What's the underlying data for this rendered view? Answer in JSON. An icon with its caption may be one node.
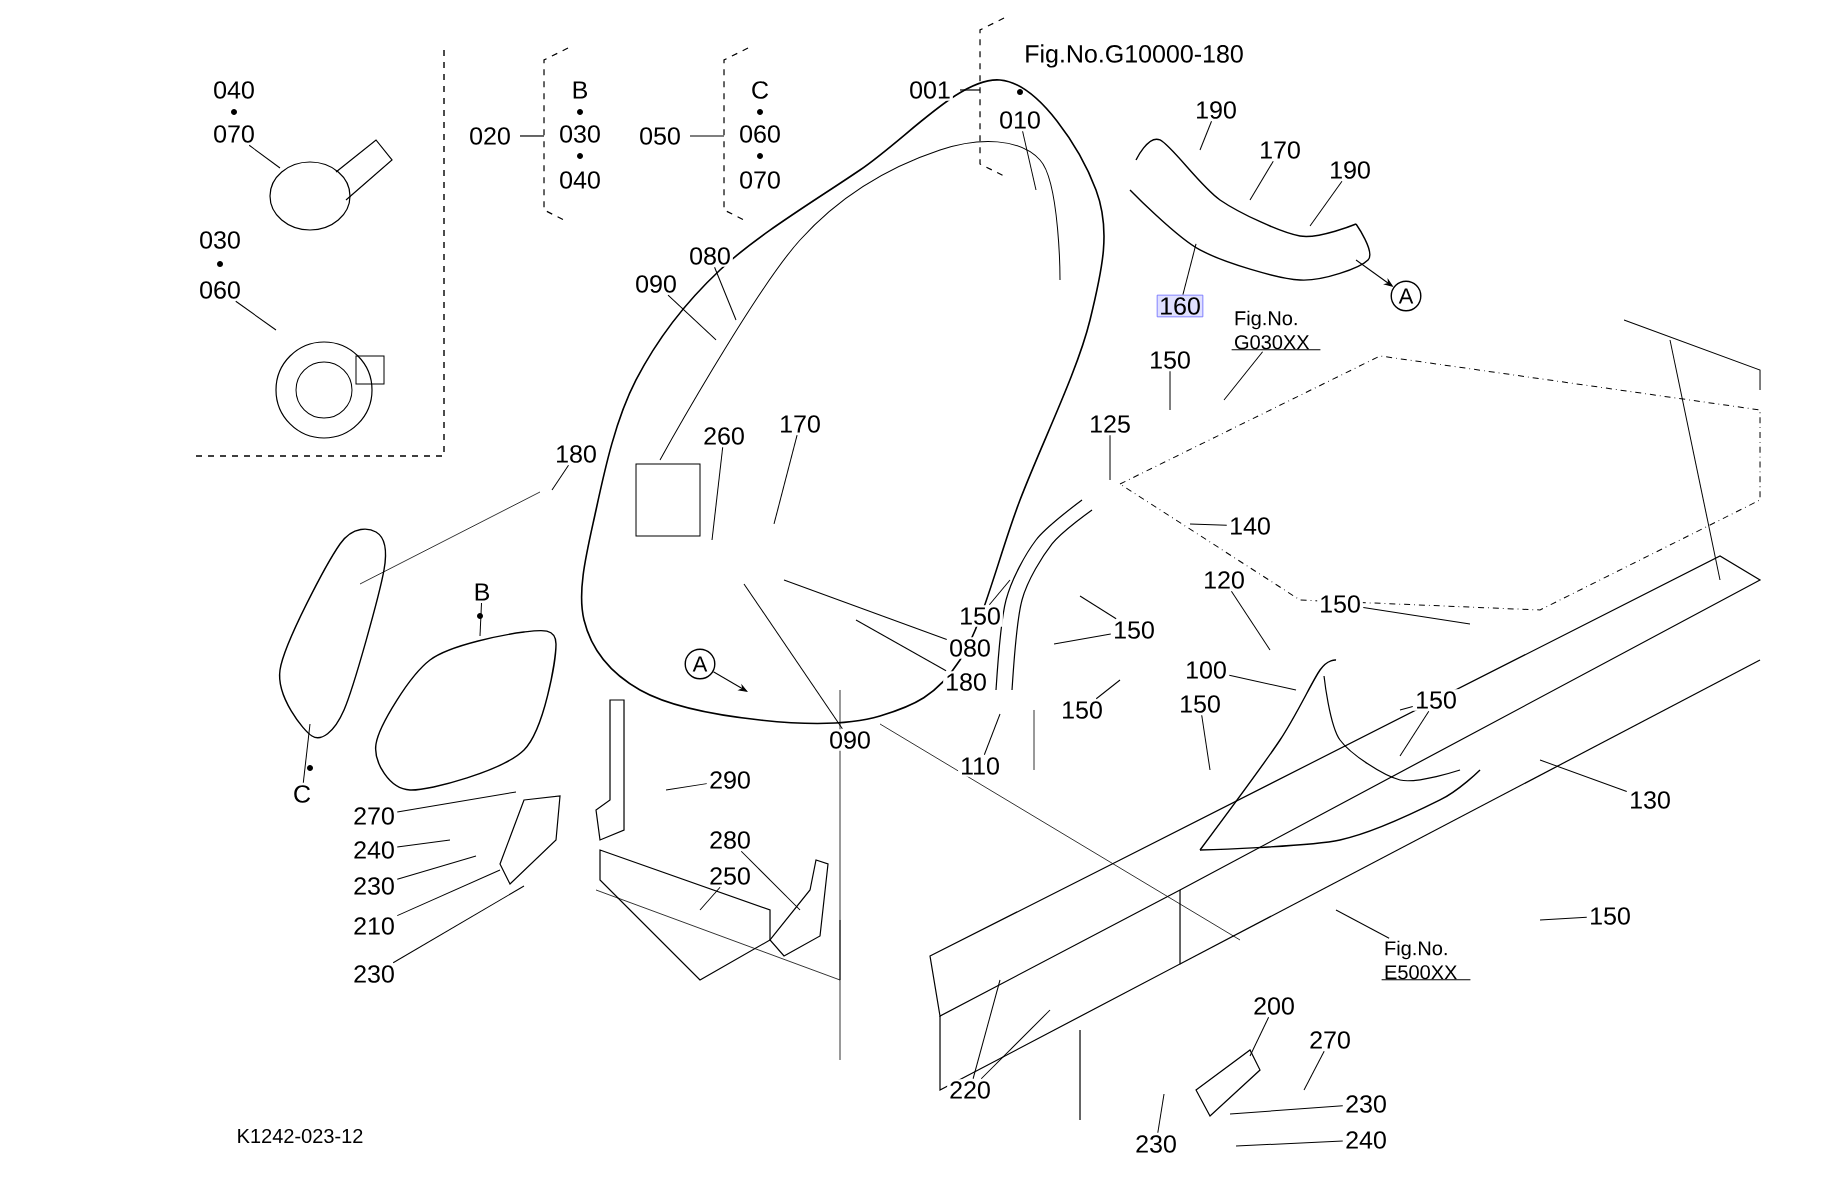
{
  "diagram": {
    "nodes": [
      {
        "text": [
          "040"
        ]
      },
      {
        "text": [
          "070"
        ]
      },
      {
        "text": [
          "030"
        ]
      },
      {
        "text": [
          "060"
        ]
      },
      {
        "text": [
          "020"
        ]
      },
      {
        "text": [
          "B"
        ]
      },
      {
        "text": [
          "030"
        ]
      },
      {
        "text": [
          "040"
        ]
      },
      {
        "text": [
          "050"
        ]
      },
      {
        "text": [
          "C"
        ]
      },
      {
        "text": [
          "060"
        ]
      },
      {
        "text": [
          "070"
        ]
      },
      {
        "text": [
          "001"
        ]
      },
      {
        "text": [
          "Fig.No.G10000-180"
        ]
      },
      {
        "text": [
          "010"
        ]
      },
      {
        "text": [
          "190"
        ]
      },
      {
        "text": [
          "170"
        ]
      },
      {
        "text": [
          "190"
        ]
      },
      {
        "text": [
          "080"
        ]
      },
      {
        "text": [
          "090"
        ]
      },
      {
        "text": [
          "A"
        ]
      },
      {
        "text": [
          "160"
        ]
      },
      {
        "text": [
          "Fig.No. G030XX"
        ]
      },
      {
        "text": [
          "150"
        ]
      },
      {
        "text": [
          "170"
        ]
      },
      {
        "text": [
          "260"
        ]
      },
      {
        "text": [
          "125"
        ]
      },
      {
        "text": [
          "180"
        ]
      },
      {
        "text": [
          "140"
        ]
      },
      {
        "text": [
          "120"
        ]
      },
      {
        "text": [
          "B"
        ]
      },
      {
        "text": [
          "150"
        ]
      },
      {
        "text": [
          "150"
        ]
      },
      {
        "text": [
          "150"
        ]
      },
      {
        "text": [
          "080"
        ]
      },
      {
        "text": [
          "A"
        ]
      },
      {
        "text": [
          "100"
        ]
      },
      {
        "text": [
          "180"
        ]
      },
      {
        "text": [
          "150"
        ]
      },
      {
        "text": [
          "150"
        ]
      },
      {
        "text": [
          "150"
        ]
      },
      {
        "text": [
          "090"
        ]
      },
      {
        "text": [
          "110"
        ]
      },
      {
        "text": [
          "290"
        ]
      },
      {
        "text": [
          "C"
        ]
      },
      {
        "text": [
          "130"
        ]
      },
      {
        "text": [
          "270"
        ]
      },
      {
        "text": [
          "280"
        ]
      },
      {
        "text": [
          "240"
        ]
      },
      {
        "text": [
          "250"
        ]
      },
      {
        "text": [
          "230"
        ]
      },
      {
        "text": [
          "150"
        ]
      },
      {
        "text": [
          "210"
        ]
      },
      {
        "text": [
          "Fig.No. E500XX"
        ]
      },
      {
        "text": [
          "230"
        ]
      },
      {
        "text": [
          "200"
        ]
      },
      {
        "text": [
          "270"
        ]
      },
      {
        "text": [
          "220"
        ]
      },
      {
        "text": [
          "230"
        ]
      },
      {
        "text": [
          "230"
        ]
      },
      {
        "text": [
          "240"
        ]
      }
    ],
    "edges": [
      {
        "from": 1,
        "to": null,
        "arrow": "none"
      },
      {
        "from": 3,
        "to": null,
        "arrow": "none"
      },
      {
        "from": 14,
        "to": null,
        "arrow": "none"
      },
      {
        "from": 15,
        "to": null,
        "arrow": "none"
      },
      {
        "from": 16,
        "to": null,
        "arrow": "none"
      },
      {
        "from": 17,
        "to": null,
        "arrow": "none"
      },
      {
        "from": null,
        "to": 20,
        "arrow": "to"
      },
      {
        "from": 21,
        "to": null,
        "arrow": "none"
      },
      {
        "from": 22,
        "to": null,
        "arrow": "none"
      },
      {
        "from": 23,
        "to": null,
        "arrow": "none"
      },
      {
        "from": 18,
        "to": null,
        "arrow": "none"
      },
      {
        "from": 19,
        "to": null,
        "arrow": "none"
      },
      {
        "from": 24,
        "to": null,
        "arrow": "none"
      },
      {
        "from": 25,
        "to": null,
        "arrow": "none"
      },
      {
        "from": 26,
        "to": null,
        "arrow": "none"
      },
      {
        "from": 27,
        "to": null,
        "arrow": "none"
      },
      {
        "from": 28,
        "to": null,
        "arrow": "none"
      },
      {
        "from": 29,
        "to": null,
        "arrow": "none"
      },
      {
        "from": 30,
        "to": null,
        "arrow": "none"
      },
      {
        "from": 31,
        "to": null,
        "arrow": "none"
      },
      {
        "from": 32,
        "to": null,
        "arrow": "none"
      },
      {
        "from": 33,
        "to": null,
        "arrow": "none"
      },
      {
        "from": 33,
        "to": null,
        "arrow": "none"
      },
      {
        "from": 34,
        "to": null,
        "arrow": "none"
      },
      {
        "from": 37,
        "to": null,
        "arrow": "none"
      },
      {
        "from": 35,
        "to": null,
        "arrow": "to"
      },
      {
        "from": 38,
        "to": null,
        "arrow": "none"
      },
      {
        "from": 39,
        "to": null,
        "arrow": "none"
      },
      {
        "from": 36,
        "to": null,
        "arrow": "none"
      },
      {
        "from": 40,
        "to": null,
        "arrow": "none"
      },
      {
        "from": 40,
        "to": null,
        "arrow": "none"
      },
      {
        "from": 41,
        "to": null,
        "arrow": "none"
      },
      {
        "from": 42,
        "to": null,
        "arrow": "none"
      },
      {
        "from": 43,
        "to": null,
        "arrow": "none"
      },
      {
        "from": 44,
        "to": null,
        "arrow": "none"
      },
      {
        "from": 45,
        "to": null,
        "arrow": "none"
      },
      {
        "from": 46,
        "to": null,
        "arrow": "none"
      },
      {
        "from": 47,
        "to": null,
        "arrow": "none"
      },
      {
        "from": 48,
        "to": null,
        "arrow": "none"
      },
      {
        "from": 49,
        "to": null,
        "arrow": "none"
      },
      {
        "from": 50,
        "to": null,
        "arrow": "none"
      },
      {
        "from": 51,
        "to": null,
        "arrow": "none"
      },
      {
        "from": 52,
        "to": null,
        "arrow": "none"
      },
      {
        "from": 53,
        "to": null,
        "arrow": "none"
      },
      {
        "from": 54,
        "to": null,
        "arrow": "none"
      },
      {
        "from": 55,
        "to": null,
        "arrow": "none"
      },
      {
        "from": 56,
        "to": null,
        "arrow": "none"
      },
      {
        "from": 57,
        "to": null,
        "arrow": "none"
      },
      {
        "from": 57,
        "to": null,
        "arrow": "none"
      },
      {
        "from": 58,
        "to": null,
        "arrow": "none"
      },
      {
        "from": 59,
        "to": null,
        "arrow": "none"
      },
      {
        "from": 60,
        "to": null,
        "arrow": "none"
      }
    ],
    "labels": [
      "K1242-023-12"
    ]
  }
}
